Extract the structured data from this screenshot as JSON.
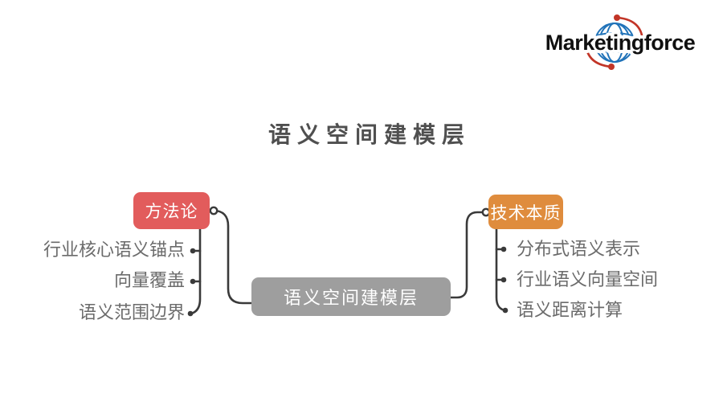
{
  "logo": {
    "brand": "Marketingforce"
  },
  "title": "语义空间建模层",
  "mindmap": {
    "root": {
      "label": "语义空间建模层"
    },
    "branches": [
      {
        "label": "方法论",
        "side": "left",
        "children": [
          "行业核心语义锚点",
          "向量覆盖",
          "语义范围边界"
        ]
      },
      {
        "label": "技术本质",
        "side": "right",
        "children": [
          "分布式语义表示",
          "行业语义向量空间",
          "语义距离计算"
        ]
      }
    ]
  },
  "colors": {
    "branch_red": "#E25C5C",
    "branch_orange": "#DF8C3D",
    "root_gray": "#9E9E9E",
    "connector": "#3A3A3A",
    "child_text": "#6B6B6B",
    "title_text": "#4F4F4F",
    "logo_blue": "#2173B9",
    "logo_red": "#C23527",
    "logo_text": "#101010"
  }
}
